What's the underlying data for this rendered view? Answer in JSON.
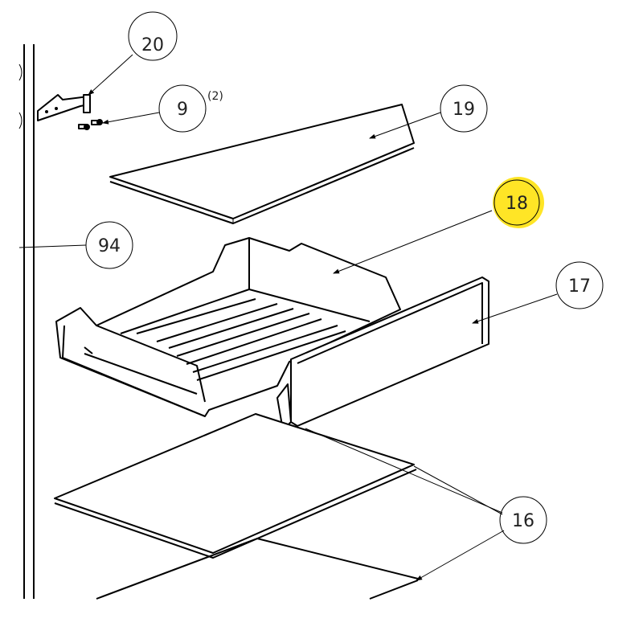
{
  "diagram": {
    "callouts": [
      {
        "id": "callout-20",
        "label": "20"
      },
      {
        "id": "callout-9",
        "label": "9",
        "qty": "(2)"
      },
      {
        "id": "callout-19",
        "label": "19"
      },
      {
        "id": "callout-18",
        "label": "18",
        "highlighted": true
      },
      {
        "id": "callout-94",
        "label": "94"
      },
      {
        "id": "callout-17",
        "label": "17"
      },
      {
        "id": "callout-16",
        "label": "16"
      }
    ],
    "highlight_color": "#ffe000"
  }
}
